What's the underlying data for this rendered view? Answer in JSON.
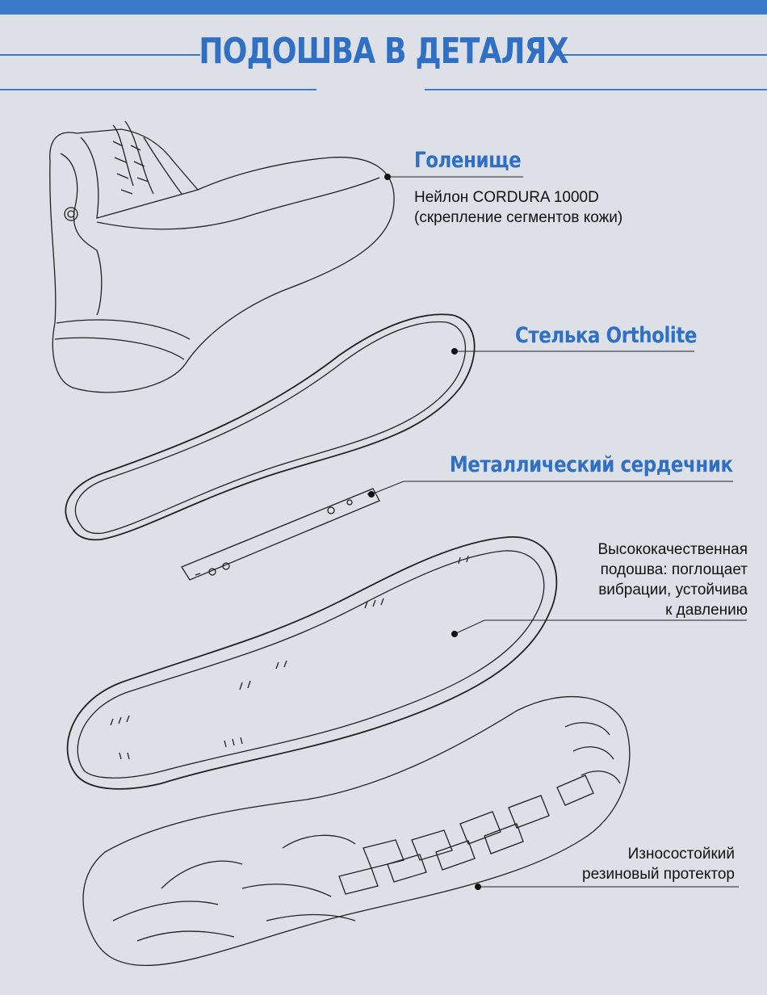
{
  "header": {
    "title": "ПОДОШВА В ДЕТАЛЯХ"
  },
  "colors": {
    "accent": "#2f6fc4",
    "background": "#dde0e6"
  },
  "callouts": {
    "shaft": {
      "title": "Голенище",
      "desc": "Нейлон CORDURA 1000D\n(скрепление сегментов кожи)"
    },
    "insole": {
      "title": "Стелька Ortholite"
    },
    "shank": {
      "title": "Металлический сердечник"
    },
    "midsole": {
      "desc": "Высококачественная\nподошва: поглощает\nвибрации, устойчива\nк давлению"
    },
    "outsole": {
      "desc": "Износостойкий\nрезиновый протектор"
    }
  }
}
